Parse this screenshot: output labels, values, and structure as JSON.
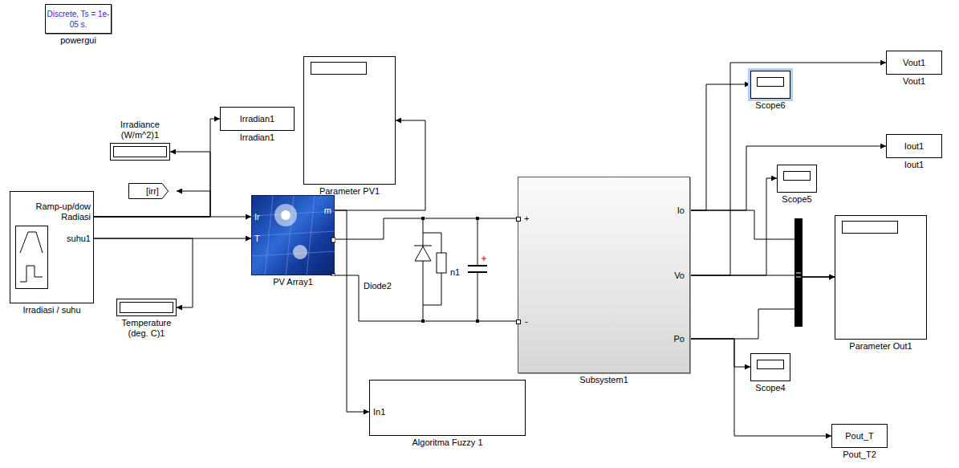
{
  "diagram": {
    "nodes": [
      {
        "text": [
          "Discrete, Ts = 1e-05 s.",
          "powergui"
        ]
      },
      {
        "text": [
          "Irradiance (W/m^2)1"
        ]
      },
      {
        "text": [
          "Irradian1",
          "Irradian1"
        ]
      },
      {
        "text": [
          "[irr]"
        ]
      },
      {
        "text": [
          "Parameter PV1"
        ]
      },
      {
        "text": [
          "Ramp-up/dow Radiasi",
          "suhu1",
          "Irradiasi / suhu"
        ]
      },
      {
        "text": [
          "Ir",
          "m",
          "T",
          "PV Array1"
        ]
      },
      {
        "text": [
          "Temperature (deg. C)1"
        ]
      },
      {
        "text": [
          "In1",
          "Algoritma Fuzzy 1"
        ]
      },
      {
        "text": [
          "+",
          "-",
          "Io",
          "Vo",
          "Po",
          "Subsystem1"
        ]
      },
      {
        "text": [
          "Scope6"
        ]
      },
      {
        "text": [
          "Vout1",
          "Vout1"
        ]
      },
      {
        "text": [
          "Iout1",
          "Iout1"
        ]
      },
      {
        "text": [
          "Scope5"
        ]
      },
      {
        "text": [
          "Parameter Out1"
        ]
      },
      {
        "text": [
          "Scope4"
        ]
      },
      {
        "text": [
          "Pout_T",
          "Pout_T2"
        ]
      }
    ],
    "edges": [
      {
        "from": 5,
        "to": 6,
        "arrow": "to"
      },
      {
        "from": 5,
        "to": 1,
        "arrow": "to"
      },
      {
        "from": 5,
        "to": 3,
        "arrow": "to"
      },
      {
        "from": 5,
        "to": 2,
        "arrow": "to"
      },
      {
        "from": 5,
        "to": 6,
        "arrow": "to"
      },
      {
        "from": 5,
        "to": 7,
        "arrow": "to"
      },
      {
        "from": 6,
        "to": 4,
        "arrow": "to"
      },
      {
        "from": 6,
        "to": 8,
        "arrow": "to"
      },
      {
        "from": 6,
        "to": 9,
        "arrow": "none"
      },
      {
        "from": 6,
        "to": 9,
        "arrow": "none"
      },
      {
        "from": 9,
        "to": 10,
        "arrow": "to"
      },
      {
        "from": 9,
        "to": 12,
        "arrow": "to"
      },
      {
        "from": 9,
        "to": 14,
        "arrow": "to"
      },
      {
        "from": 9,
        "to": 11,
        "arrow": "to"
      },
      {
        "from": 9,
        "to": 13,
        "arrow": "to"
      },
      {
        "from": 9,
        "to": 14,
        "arrow": "to"
      },
      {
        "from": 9,
        "to": 15,
        "arrow": "to"
      },
      {
        "from": 9,
        "to": 16,
        "arrow": "to"
      },
      {
        "from": 9,
        "to": 14,
        "arrow": "to"
      }
    ],
    "labels": [
      "Diode2",
      "n1"
    ]
  }
}
